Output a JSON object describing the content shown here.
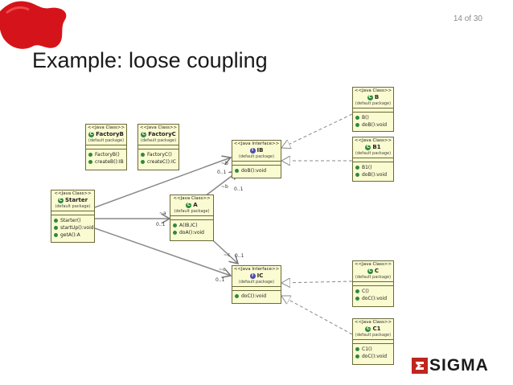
{
  "slide": {
    "page_indicator": "14 of 30",
    "title": "Example: loose coupling"
  },
  "classes": [
    {
      "key": "factoryb",
      "stereotype": "<<Java Class>>",
      "name": "FactoryB",
      "package": "(default package)",
      "ops": [
        "FactoryB()",
        "createB():IB"
      ]
    },
    {
      "key": "factoryc",
      "stereotype": "<<Java Class>>",
      "name": "FactoryC",
      "package": "(default package)",
      "ops": [
        "FactoryC()",
        "createC():IC"
      ]
    },
    {
      "key": "starter",
      "stereotype": "<<Java Class>>",
      "name": "Starter",
      "package": "(default package)",
      "ops": [
        "Starter()",
        "startUp():void",
        "getA():A"
      ]
    },
    {
      "key": "a",
      "stereotype": "<<Java Class>>",
      "name": "A",
      "package": "(default package)",
      "ops": [
        "A(IB,IC)",
        "doA():void"
      ]
    },
    {
      "key": "ib",
      "stereotype": "<<Java Interface>>",
      "name": "IB",
      "package": "(default package)",
      "ops": [
        "doB():void"
      ]
    },
    {
      "key": "ic",
      "stereotype": "<<Java Interface>>",
      "name": "IC",
      "package": "(default package)",
      "ops": [
        "doC():void"
      ]
    },
    {
      "key": "b",
      "stereotype": "<<Java Class>>",
      "name": "B",
      "package": "(default package)",
      "ops": [
        "B()",
        "doB():void"
      ]
    },
    {
      "key": "b1",
      "stereotype": "<<Java Class>>",
      "name": "B1",
      "package": "(default package)",
      "ops": [
        "B1()",
        "doB():void"
      ]
    },
    {
      "key": "c",
      "stereotype": "<<Java Class>>",
      "name": "C",
      "package": "(default package)",
      "ops": [
        "C()",
        "doC():void"
      ]
    },
    {
      "key": "c1",
      "stereotype": "<<Java Class>>",
      "name": "C1",
      "package": "(default package)",
      "ops": [
        "C1()",
        "doC():void"
      ]
    }
  ],
  "edge_labels": {
    "starter_a_role": "~a",
    "starter_a_mult": "0..1",
    "starter_ib_role": "~b",
    "starter_ib_mult": "0..1",
    "a_ib_role": "~b",
    "a_ib_mult": "0..1",
    "a_ic_role": "~c",
    "a_ic_mult": "0..1",
    "starter_ic_role": "~c",
    "starter_ic_mult": "0..1"
  },
  "logo": {
    "text": "SIGMA",
    "color": "#c0251f"
  },
  "colors": {
    "box_fill": "#fbfbd2",
    "box_border": "#6a6a3c",
    "class_icon": "#2f8a3c",
    "interface_icon": "#4a4ab0"
  }
}
